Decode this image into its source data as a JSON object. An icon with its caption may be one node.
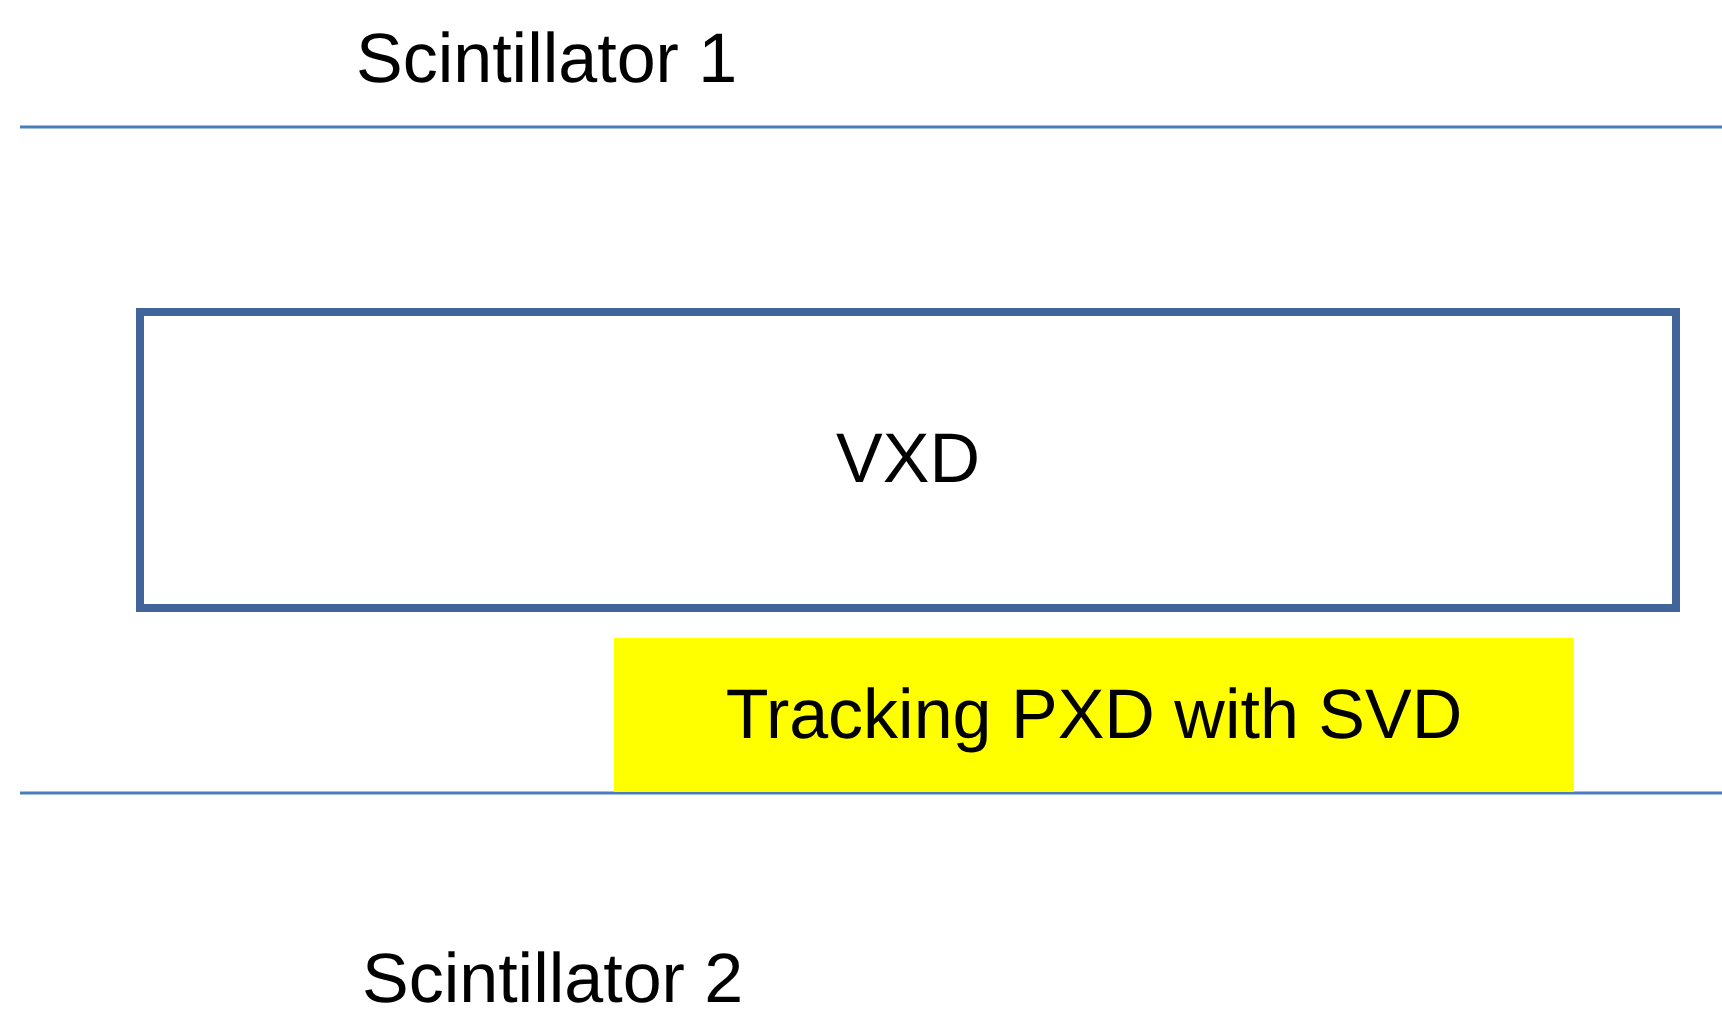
{
  "diagram": {
    "nodes": [
      {
        "text": [
          "VXD"
        ]
      },
      {
        "text": [
          "Tracking PXD with SVD"
        ]
      }
    ],
    "labels": [
      "Scintillator 1",
      "Scintillator 2"
    ]
  }
}
